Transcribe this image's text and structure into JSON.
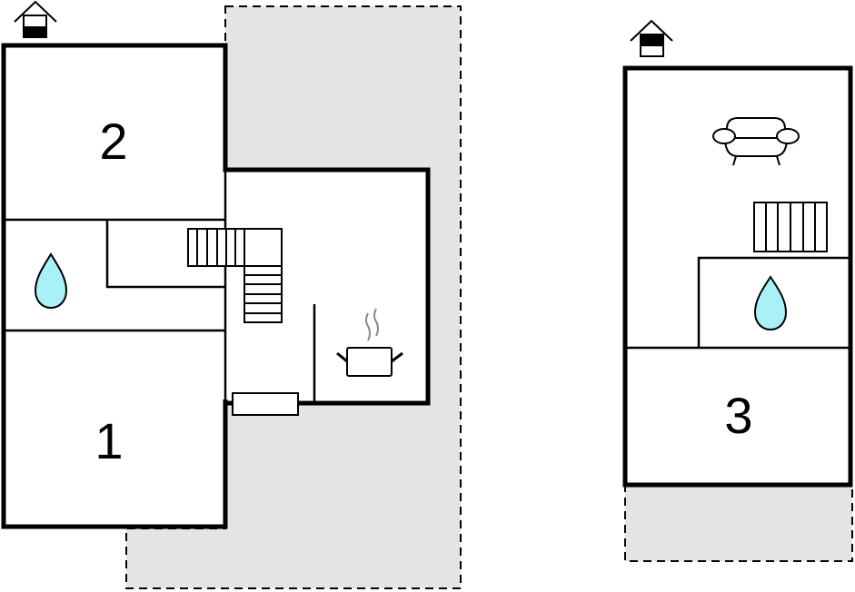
{
  "plans": [
    {
      "name": "ground-floor",
      "rooms": [
        {
          "label": "2"
        },
        {
          "label": "1"
        }
      ]
    },
    {
      "name": "upper-floor",
      "rooms": [
        {
          "label": "3"
        }
      ]
    }
  ],
  "icons": [
    "entrance-icon",
    "water-drop-icon",
    "stairs-icon",
    "cooking-pot-icon",
    "radiator-icon",
    "sofa-icon"
  ],
  "colors": {
    "terrace": "#e4e4e4",
    "water": "#aaf0f8",
    "wall": "#000000",
    "steam": "#888888"
  }
}
